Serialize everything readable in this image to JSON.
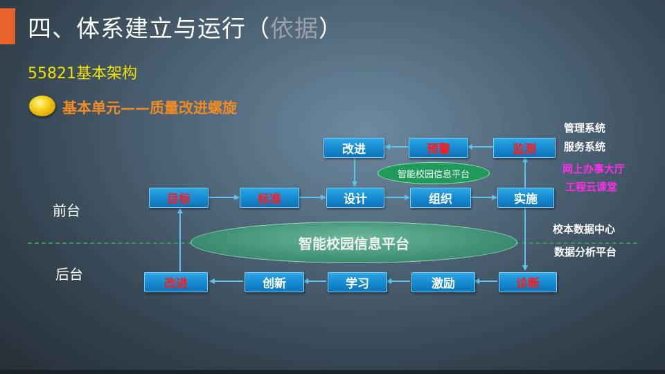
{
  "header": {
    "title_main": "四、体系建立与运行",
    "title_paren_open": "（",
    "title_note": "依据",
    "title_paren_close": "）"
  },
  "subtitle": "55821基本架构",
  "unit_title": "基本单元——质量改进螺旋",
  "side_labels": {
    "front": "前台",
    "back": "后台"
  },
  "right_column": {
    "management": "管理系统",
    "service": "服务系统",
    "online_hall": "网上办事大厅",
    "cloud_class": "工程云课堂",
    "data_center": "校本数据中心",
    "analysis_platform": "数据分析平台"
  },
  "nodes": {
    "top_improve": "改进",
    "warning": "预警",
    "monitor": "监测",
    "goal": "目标",
    "standard": "标准",
    "design": "设计",
    "organize": "组织",
    "implement": "实施",
    "bottom_improve": "改进",
    "innovate": "创新",
    "learn": "学习",
    "motivate": "激励",
    "diagnose": "诊断"
  },
  "platforms": {
    "small": "智能校园信息平台",
    "large": "智能校园信息平台"
  },
  "colors": {
    "node_blue": "#1589cf",
    "arrow": "#5fc3ef",
    "red_text": "#ff1a1a",
    "accent": "#e8632a",
    "subtitle_yellow": "#f2e200",
    "unit_orange": "#f08a24",
    "magenta": "#ff2ee8",
    "dash_green": "#3e8f5c"
  }
}
